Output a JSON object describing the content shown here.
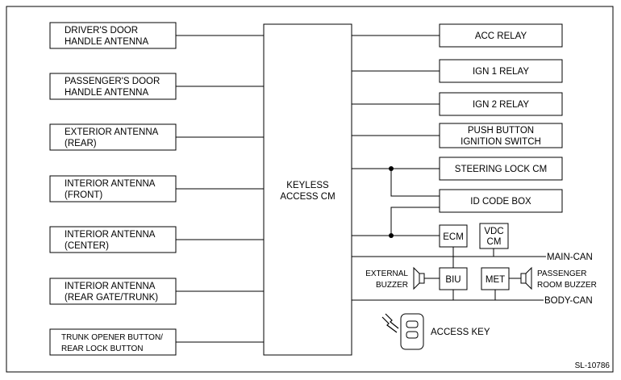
{
  "left_blocks": [
    {
      "lines": [
        "DRIVER'S DOOR",
        "HANDLE ANTENNA"
      ]
    },
    {
      "lines": [
        "PASSENGER'S DOOR",
        "HANDLE ANTENNA"
      ]
    },
    {
      "lines": [
        "EXTERIOR ANTENNA",
        "(REAR)"
      ]
    },
    {
      "lines": [
        "INTERIOR ANTENNA",
        "(FRONT)"
      ]
    },
    {
      "lines": [
        "INTERIOR ANTENNA",
        "(CENTER)"
      ]
    },
    {
      "lines": [
        "INTERIOR ANTENNA",
        "(REAR GATE/TRUNK)"
      ]
    },
    {
      "lines": [
        "TRUNK OPENER BUTTON/",
        "REAR LOCK BUTTON"
      ]
    }
  ],
  "center_block": {
    "lines": [
      "KEYLESS",
      "ACCESS CM"
    ]
  },
  "right_blocks": [
    {
      "lines": [
        "ACC RELAY"
      ]
    },
    {
      "lines": [
        "IGN 1 RELAY"
      ]
    },
    {
      "lines": [
        "IGN 2 RELAY"
      ]
    },
    {
      "lines": [
        "PUSH BUTTON",
        "IGNITION SWITCH"
      ]
    },
    {
      "lines": [
        "STEERING LOCK CM"
      ]
    },
    {
      "lines": [
        "ID CODE BOX"
      ]
    }
  ],
  "modules": {
    "ecm": "ECM",
    "vdc_line1": "VDC",
    "vdc_line2": "CM",
    "biu": "BIU",
    "met": "MET"
  },
  "buses": {
    "main_can": "MAIN-CAN",
    "body_can": "BODY-CAN"
  },
  "external_buzzer": {
    "line1": "EXTERNAL",
    "line2": "BUZZER"
  },
  "passenger_buzzer": {
    "line1": "PASSENGER",
    "line2": "ROOM BUZZER"
  },
  "access_key": "ACCESS KEY",
  "figure_id": "SL-10786"
}
